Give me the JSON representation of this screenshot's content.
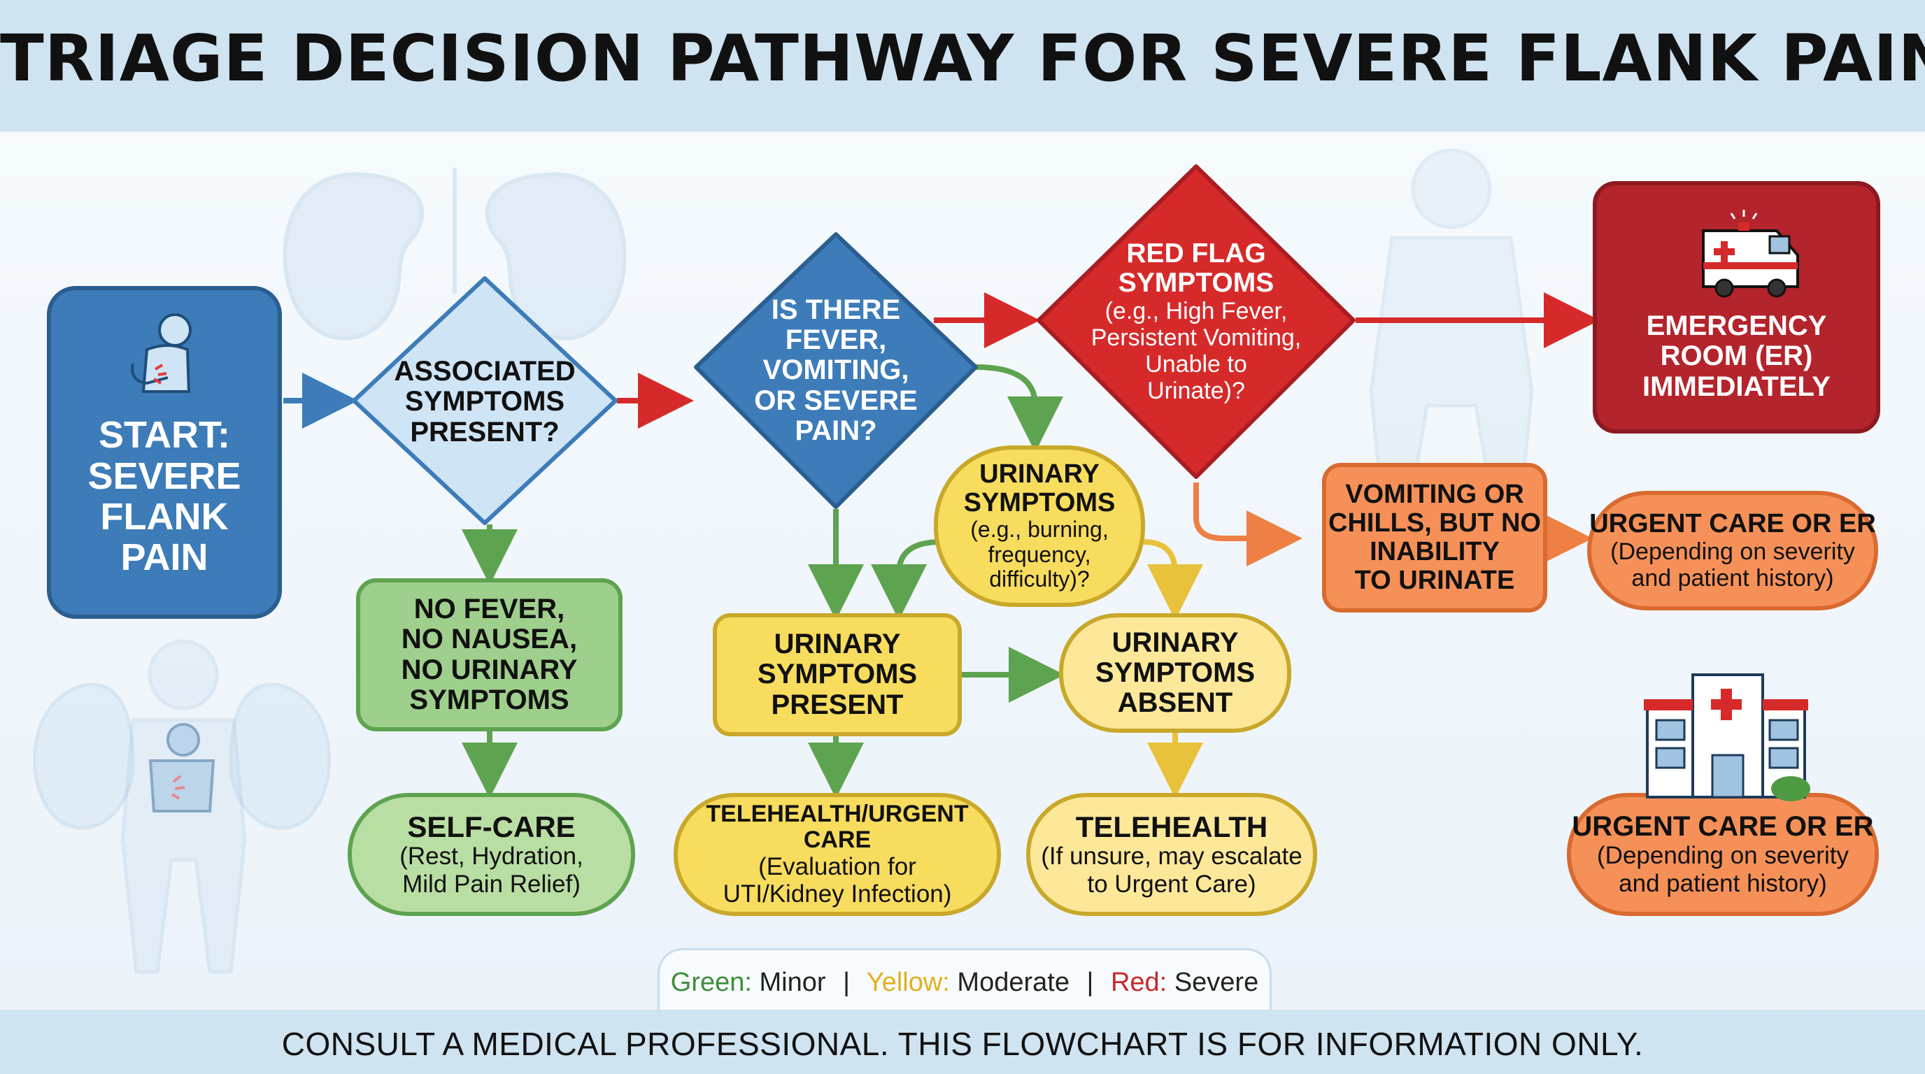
{
  "title": "TRIAGE DECISION PATHWAY FOR SEVERE FLANK PAIN",
  "nodes": {
    "start": {
      "title": "START:\nSEVERE\nFLANK\nPAIN"
    },
    "associated": {
      "title": "ASSOCIATED\nSYMPTOMS\nPRESENT?"
    },
    "fever_question": {
      "title": "IS THERE\nFEVER,\nVOMITING,\nOR SEVERE\nPAIN?"
    },
    "red_flag": {
      "title": "RED FLAG\nSYMPTOMS",
      "subtitle": "(e.g., High Fever,\nPersistent Vomiting,\nUnable to\nUrinate)?"
    },
    "emergency": {
      "title": "EMERGENCY\nROOM (ER)\nIMMEDIATELY"
    },
    "no_fever": {
      "title": "NO FEVER,\nNO NAUSEA,\nNO URINARY\nSYMPTOMS"
    },
    "urinary_question": {
      "title": "URINARY\nSYMPTOMS",
      "subtitle": "(e.g., burning,\nfrequency,\ndifficulty)?"
    },
    "vomiting": {
      "title": "VOMITING OR\nCHILLS, BUT NO\nINABILITY\nTO URINATE"
    },
    "urgent_top": {
      "title": "URGENT CARE OR ER",
      "subtitle": "(Depending on severity\nand patient history)"
    },
    "urinary_present": {
      "title": "URINARY\nSYMPTOMS\nPRESENT"
    },
    "urinary_absent": {
      "title": "URINARY\nSYMPTOMS\nABSENT"
    },
    "self_care": {
      "title": "SELF-CARE",
      "subtitle": "(Rest, Hydration,\nMild Pain Relief)"
    },
    "telehealth_urgent": {
      "title": "TELEHEALTH/URGENT CARE",
      "subtitle": "(Evaluation for\nUTI/Kidney Infection)"
    },
    "telehealth": {
      "title": "TELEHEALTH",
      "subtitle": "(If unsure, may escalate\nto Urgent Care)"
    },
    "urgent_bottom": {
      "title": "URGENT CARE OR ER",
      "subtitle": "(Depending on severity\nand patient history)"
    }
  },
  "legend": {
    "green_label": "Green:",
    "green_text": "Minor",
    "yellow_label": "Yellow:",
    "yellow_text": "Moderate",
    "red_label": "Red:",
    "red_text": "Severe",
    "separator": "|"
  },
  "footer": "CONSULT A MEDICAL PROFESSIONAL. THIS FLOWCHART IS FOR INFORMATION ONLY.",
  "colors": {
    "blue": "#3d7cb8",
    "light_blue": "#cfe4f5",
    "red": "#d62a2a",
    "dark_red": "#b3242c",
    "green": "#9fcf8c",
    "light_green": "#b9dea3",
    "yellow": "#f8dc5e",
    "light_yellow": "#fde89a",
    "orange": "#f59158"
  },
  "icons": [
    "stomach-pain-icon",
    "ambulance-icon",
    "hospital-icon",
    "kidney-illustration",
    "body-silhouette"
  ]
}
